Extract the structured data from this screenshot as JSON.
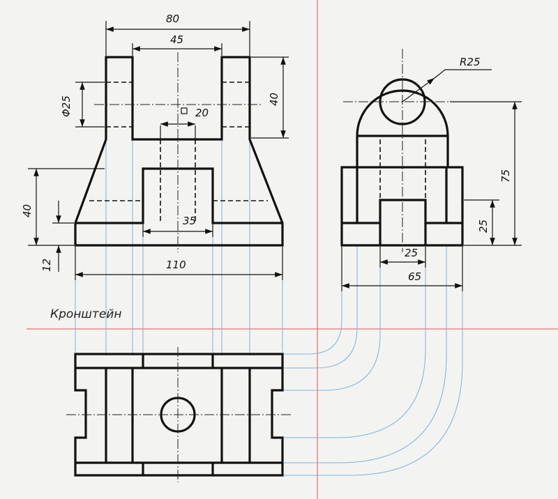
{
  "caption": "Кронштейн",
  "dimensions": {
    "d80": "80",
    "d45": "45",
    "d25dia": "Φ25",
    "d20": "20",
    "d40_top": "40",
    "d40_left": "40",
    "d35": "35",
    "d110": "110",
    "d12": "12",
    "r25": "R25",
    "d75": "75",
    "d25_side": "25",
    "d25_bottom": "25",
    "d65": "65"
  },
  "colors": {
    "outline": "#111111",
    "projection_lines": "#7fb0de",
    "axis_lines": "#e05050",
    "paper": "#f3f3f1"
  }
}
